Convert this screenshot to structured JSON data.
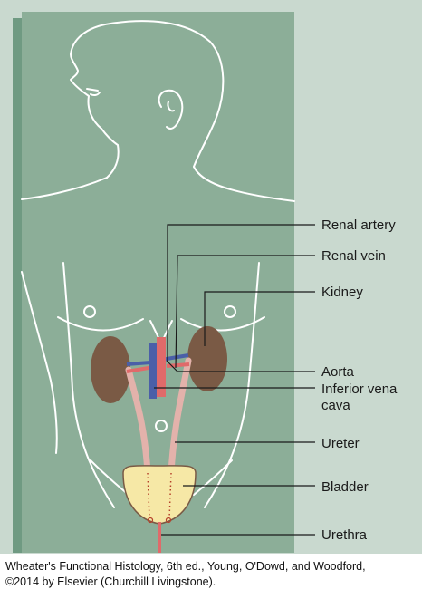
{
  "labels": {
    "renal_artery": "Renal artery",
    "renal_vein": "Renal vein",
    "kidney": "Kidney",
    "aorta": "Aorta",
    "ivc_line1": "Inferior vena",
    "ivc_line2": "cava",
    "ureter": "Ureter",
    "bladder": "Bladder",
    "urethra": "Urethra"
  },
  "credit": {
    "line1": "Wheater's Functional Histology, 6th ed., Young, O'Dowd, and Woodford,",
    "line2": "©2014 by Elsevier (Churchill Livingstone)."
  },
  "colors": {
    "outer_panel": "#c9d9cf",
    "shadow_panel": "#6f9a82",
    "body_fill": "#8cae98",
    "body_outline": "#ffffff",
    "kidney": "#7a5a45",
    "ureter": "#e3b2ab",
    "aorta": "#e06a6a",
    "vena_cava": "#4a5fa8",
    "bladder": "#f6e8a6",
    "leader_line": "#1a1a1a"
  }
}
